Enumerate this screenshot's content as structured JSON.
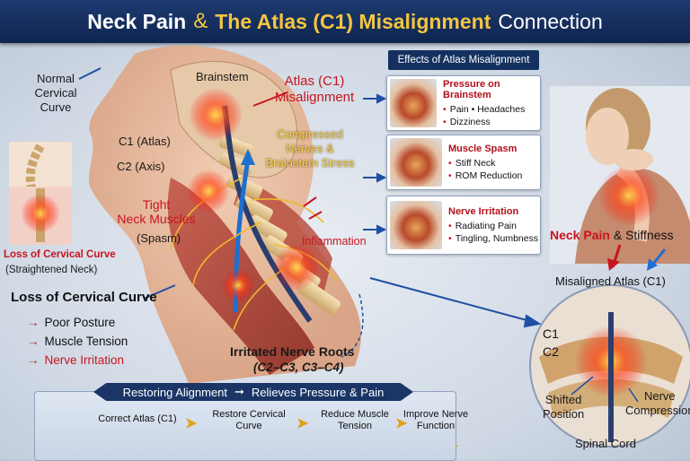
{
  "title": {
    "part1": "Neck Pain",
    "amp": "&",
    "part2": "The Atlas (C1) Misalignment",
    "part3": "Connection"
  },
  "left": {
    "normal_curve": "Normal\nCervical Curve",
    "loss_curve_label": "Loss of Cervical Curve",
    "straightened": "(Straightened Neck)",
    "loss_heading": "Loss of Cervical Curve",
    "causes": [
      "Poor Posture",
      "Muscle Tension",
      "Nerve Irritation"
    ],
    "cause_arrow": "→"
  },
  "anatomy": {
    "brainstem": "Brainstem",
    "c1": "C1 (Atlas)",
    "c2": "C2 (Axis)",
    "tight": "Tight\nNeck Muscles",
    "spasm": "(Spasm)",
    "atlas_misalign": "Atlas (C1)\nMisalignment",
    "compressed": "Compressed\nNerves &\nBrainstem Stress",
    "inflammation": "Inflammation",
    "irritated": "Irritated Nerve Roots",
    "roots": "(C2–C3, C3–C4)"
  },
  "effects": {
    "header": "Effects of Atlas Misalignment",
    "cards": [
      {
        "title": "Pressure on Brainstem",
        "items": [
          "Pain • Headaches",
          "Dizziness"
        ]
      },
      {
        "title": "Muscle Spasm",
        "items": [
          "Stiff Neck",
          "ROM Reduction"
        ]
      },
      {
        "title": "Nerve Irritation",
        "items": [
          "Radiating Pain",
          "Tingling, Numbness"
        ]
      }
    ],
    "bullet": "•"
  },
  "right": {
    "neck_pain": "Neck Pain",
    "amp": "&",
    "stiffness": "Stiffness",
    "misaligned": "Misaligned Atlas (C1)",
    "c1": "C1",
    "c2": "C2",
    "shifted": "Shifted\nPosition",
    "nerve_comp": "Nerve\nCompression",
    "spinal_cord": "Spinal Cord"
  },
  "bottom": {
    "banner_left": "Restoring Alignment",
    "banner_arrow": "➞",
    "banner_right": "Relieves Pressure & Pain",
    "steps": [
      "Correct Atlas (C1)",
      "Restore Cervical\nCurve",
      "Reduce Muscle\nTension",
      "Improve Nerve\nFunction"
    ],
    "chevron": "➤"
  },
  "colors": {
    "navy": "#13305f",
    "red": "#c8141e",
    "gold": "#f4c542",
    "arrow_blue": "#1f4fa3"
  }
}
